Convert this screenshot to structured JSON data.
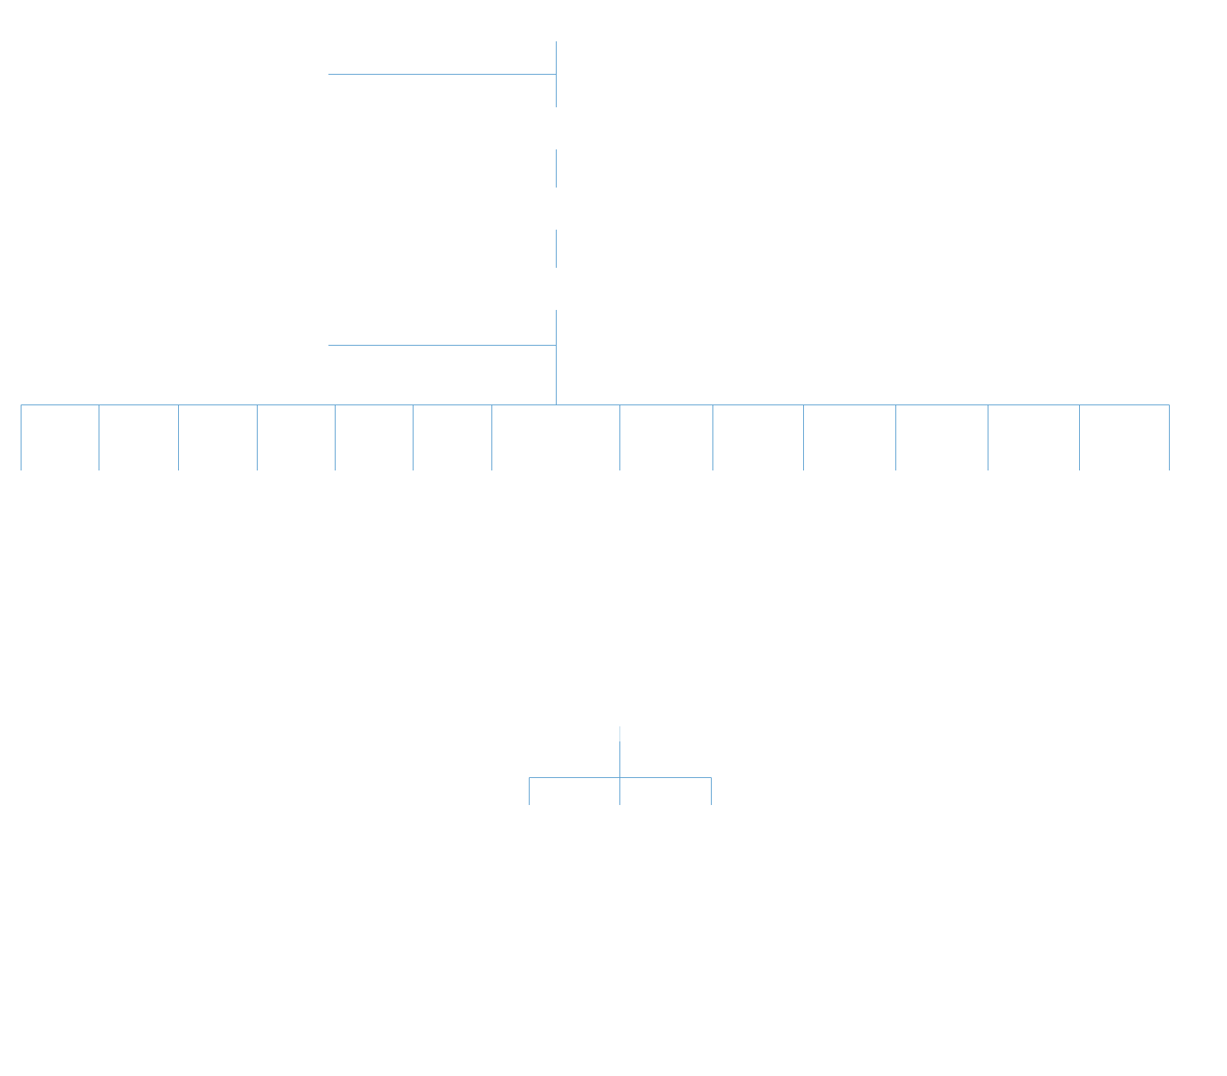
{
  "diagram": {
    "type": "org-chart-connectors",
    "text": [],
    "colors": {
      "connector": "#5a9fd0",
      "connector_faint": "#c2dced",
      "background": "#ffffff"
    },
    "structure": {
      "top_spine_branches": 2,
      "level_two_child_count": 13,
      "lower_group_child_count": 3
    }
  }
}
